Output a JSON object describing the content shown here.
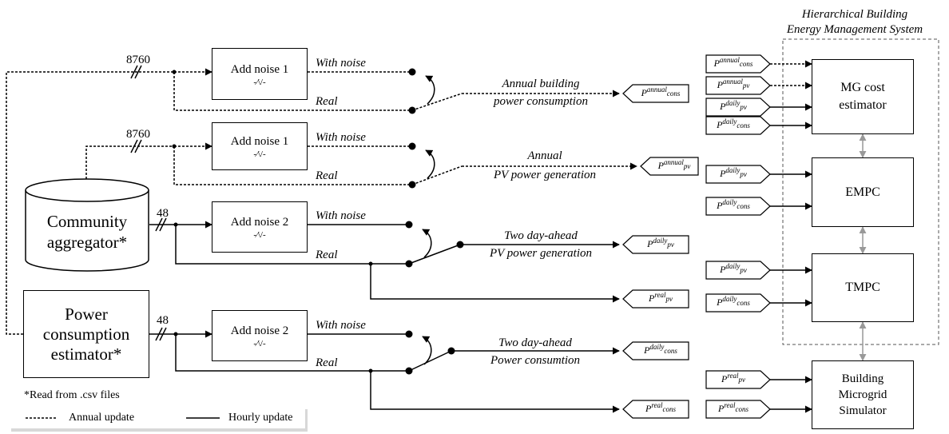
{
  "hbems": {
    "title_line1": "Hierarchical Building",
    "title_line2": "Energy Management System",
    "blocks": {
      "mg_cost": [
        "MG cost",
        "estimator"
      ],
      "empc": "EMPC",
      "tmpc": "TMPC",
      "simulator": [
        "Building",
        "Microgrid",
        "Simulator"
      ]
    }
  },
  "sources": {
    "community": [
      "Community",
      "aggregator*"
    ],
    "power_est": [
      "Power",
      "consumption",
      "estimator*"
    ]
  },
  "noise_blocks": {
    "row1": "Add noise 1",
    "row2": "Add noise 1",
    "row3": "Add noise 2",
    "row4": "Add noise 2",
    "wave": "-⁄\\/-"
  },
  "bus_counts": {
    "annual": "8760",
    "hourly": "48"
  },
  "wire_labels": {
    "with_noise": "With noise",
    "real": "Real"
  },
  "signal_labels": {
    "s1": [
      "Annual building",
      "power consumption"
    ],
    "s2": [
      "Annual",
      "PV power generation"
    ],
    "s3": [
      "Two day-ahead",
      "PV power generation"
    ],
    "s4": [
      "Two day-ahead",
      "Power consumtion"
    ]
  },
  "tags": {
    "P": "P",
    "cons": "cons",
    "pv": "pv",
    "annual": "annual",
    "daily": "daily",
    "real": "real"
  },
  "footnote": "*Read from .csv files",
  "legend": {
    "annual": "Annual update",
    "hourly": "Hourly update"
  }
}
